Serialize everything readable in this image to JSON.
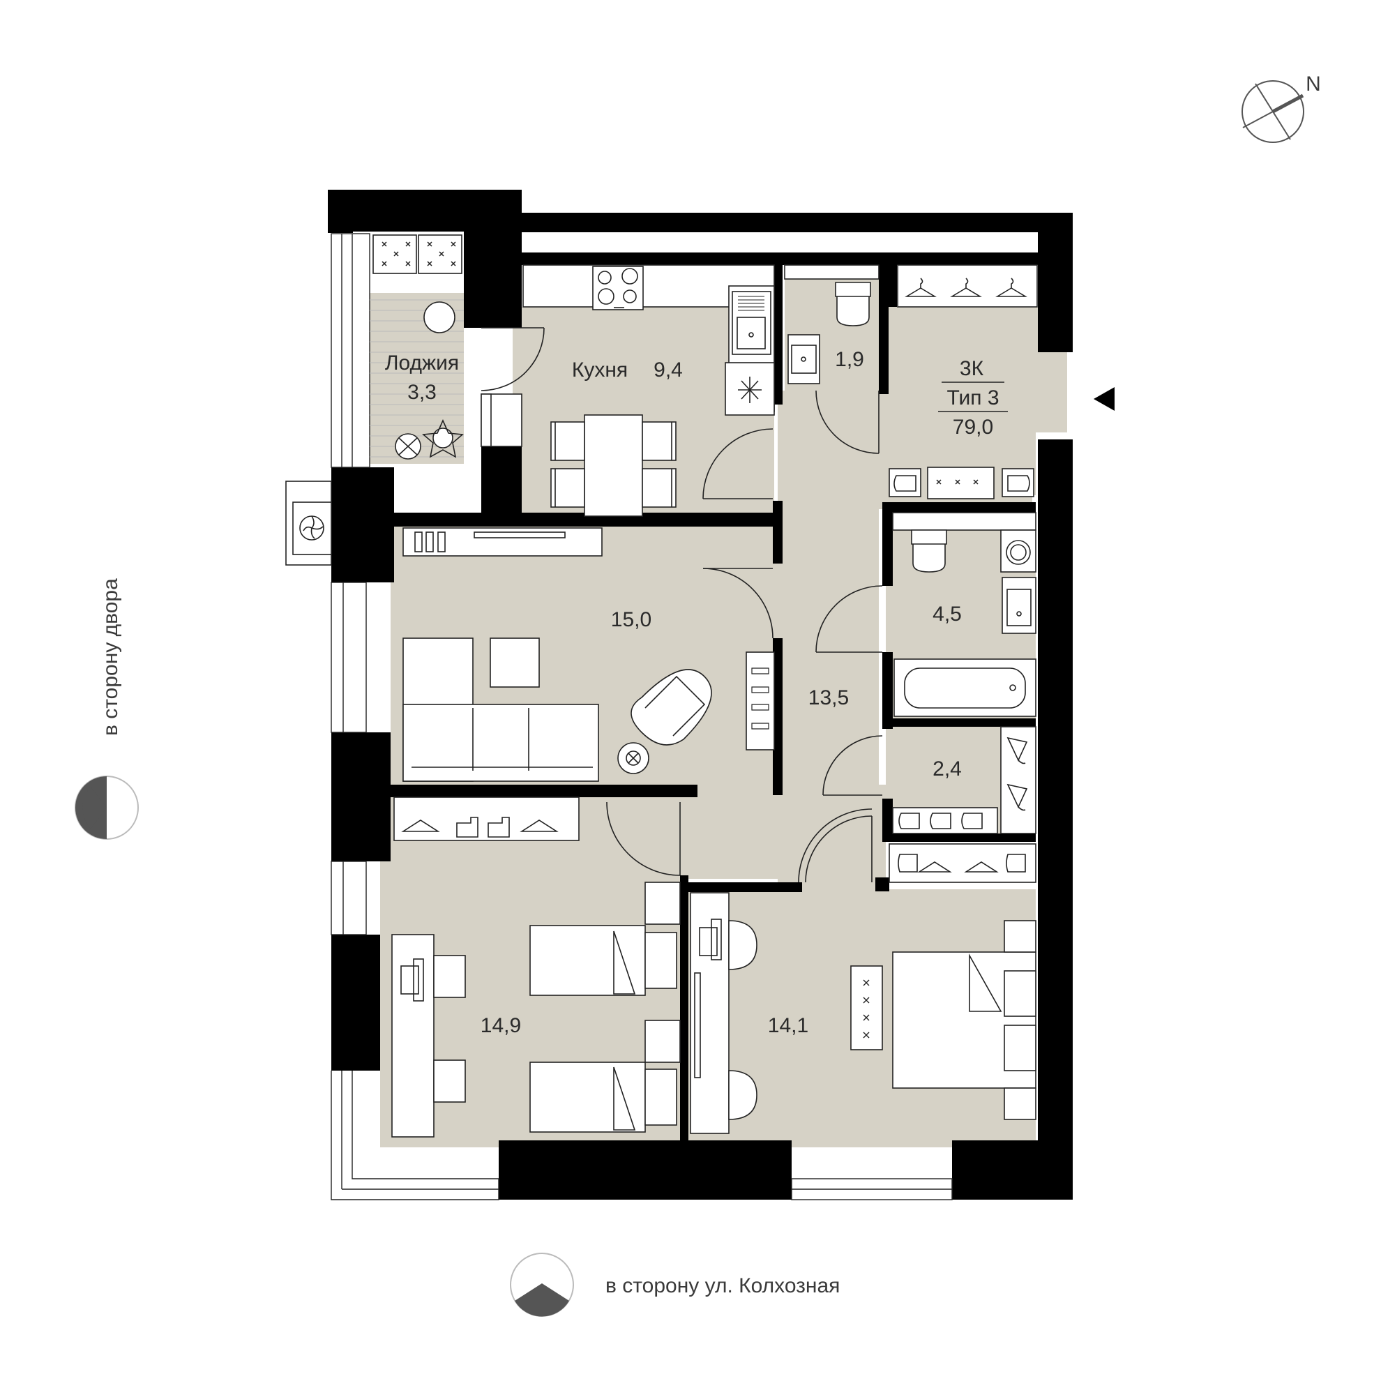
{
  "apartment": {
    "type": "3К",
    "series": "Тип 3",
    "total_area": "79,0"
  },
  "rooms": {
    "loggia": {
      "name": "Лоджия",
      "area": "3,3"
    },
    "kitchen": {
      "name": "Кухня",
      "area": "9,4"
    },
    "toilet": {
      "area": "1,9"
    },
    "living": {
      "area": "15,0"
    },
    "bathroom": {
      "area": "4,5"
    },
    "hall": {
      "area": "13,5"
    },
    "wardrobe": {
      "area": "2,4"
    },
    "bedroom_kids": {
      "area": "14,9"
    },
    "bedroom_master": {
      "area": "14,1"
    }
  },
  "orientation": {
    "north_label": "N",
    "side_yard": "в сторону двора",
    "side_street": "в сторону ул. Колхозная"
  },
  "icons": {
    "compass": "compass-icon",
    "entrance": "entrance-arrow-icon",
    "yard_marker": "half-circle-marker-icon",
    "street_marker": "half-circle-marker-icon"
  },
  "colors": {
    "floor": "#d6d2c6",
    "walls": "#000000",
    "marker": "#555555"
  }
}
